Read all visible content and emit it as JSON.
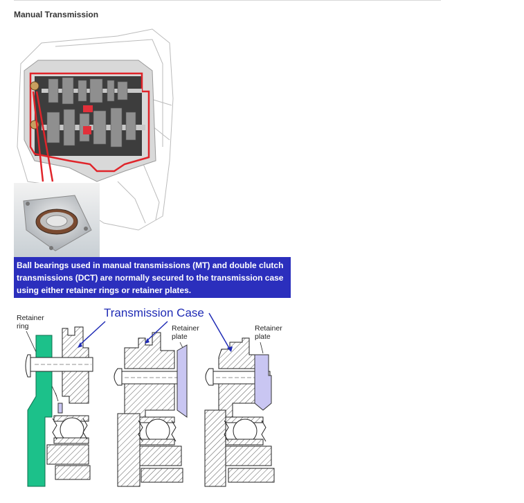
{
  "page": {
    "title": "Manual Transmission",
    "caption": "Ball bearings used in manual transmissions (MT) and double clutch transmissions (DCT) are normally secured to the transmission case using either retainer rings or retainer plates."
  },
  "diagram": {
    "heading": "Transmission Case",
    "label_ring_1": "Retainer",
    "label_ring_2": "ring",
    "label_plate_a_1": "Retainer",
    "label_plate_a_2": "plate",
    "label_plate_b_1": "Retainer",
    "label_plate_b_2": "plate"
  },
  "colors": {
    "caption_bg": "#2b2fbd",
    "heading_blue": "#1f2bb5",
    "retainer_ring": "#1cc18a",
    "retainer_plate": "#c9c6f2",
    "gearbox_outline": "#e0242a"
  }
}
